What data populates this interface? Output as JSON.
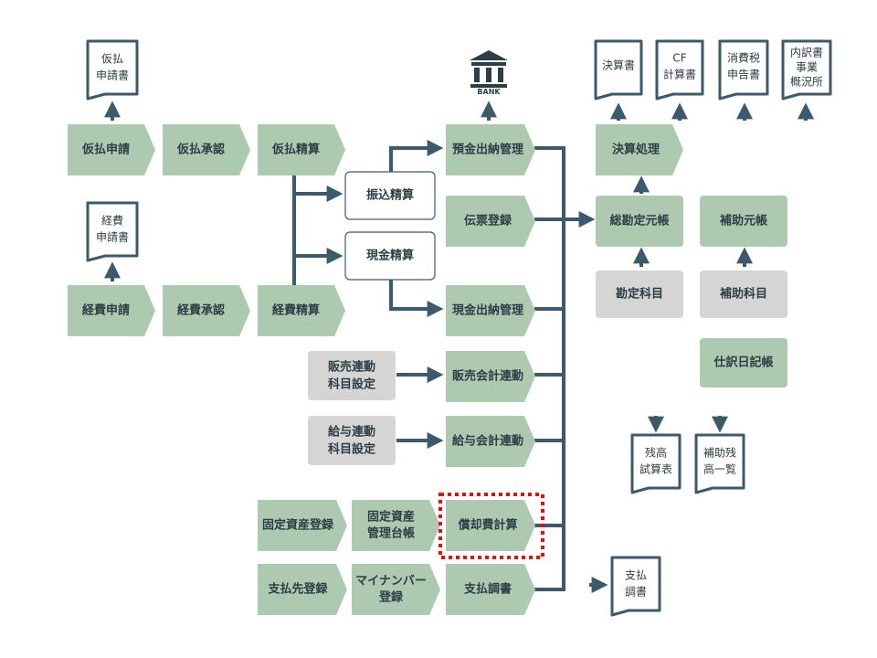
{
  "boxes": {
    "karibarai_shinsei": "仮払申請",
    "karibarai_shonin": "仮払承認",
    "karibarai_seisan": "仮払精算",
    "keihi_shinsei": "経費申請",
    "keihi_shonin": "経費承認",
    "keihi_seisan": "経費精算",
    "furikomi_seisan": "振込精算",
    "genkin_seisan": "現金精算",
    "yokin_suitou": "預金出納管理",
    "denpyo_toroku": "伝票登録",
    "genkin_suitou": "現金出納管理",
    "hanbai_rendo_line1": "販売連動",
    "hanbai_rendo_line2": "科目設定",
    "hanbai_kaikei": "販売会計連動",
    "kyuyo_rendo_line1": "給与連動",
    "kyuyo_rendo_line2": "科目設定",
    "kyuyo_kaikei": "給与会計連動",
    "kotei_toroku": "固定資産登録",
    "kotei_daicho_line1": "固定資産",
    "kotei_daicho_line2": "管理台帳",
    "shokyaku": "償却費計算",
    "shiharaisaki": "支払先登録",
    "mynumber_line1": "マイナンバー",
    "mynumber_line2": "登録",
    "shiharai_chosho": "支払調書",
    "kessan_shori": "決算処理",
    "sokanjo": "総勘定元帳",
    "hojo_motocho": "補助元帳",
    "kanjo_kamoku": "勘定科目",
    "hojo_kamoku": "補助科目",
    "shiwake": "仕訳日記帳"
  },
  "docs": {
    "karibarai_doc": [
      "仮払",
      "申請書"
    ],
    "keihi_doc": [
      "経費",
      "申請書"
    ],
    "kessan_doc": [
      "決算書"
    ],
    "cf_doc": [
      "CF",
      "計算書"
    ],
    "shohizei_doc": [
      "消費税",
      "申告書"
    ],
    "uchiwake_doc": [
      "内訳書",
      "事業",
      "概況所"
    ],
    "zandaka_doc": [
      "残高",
      "試算表"
    ],
    "hojo_zandaka_doc": [
      "補助残",
      "高一覧"
    ],
    "shiharai_doc": [
      "支払",
      "調書"
    ]
  },
  "bank": {
    "label": "BANK"
  },
  "colors": {
    "green": "#adc9b0",
    "gray": "#d5d5d5",
    "line": "#3c5a6c",
    "highlight": "#e01010"
  }
}
